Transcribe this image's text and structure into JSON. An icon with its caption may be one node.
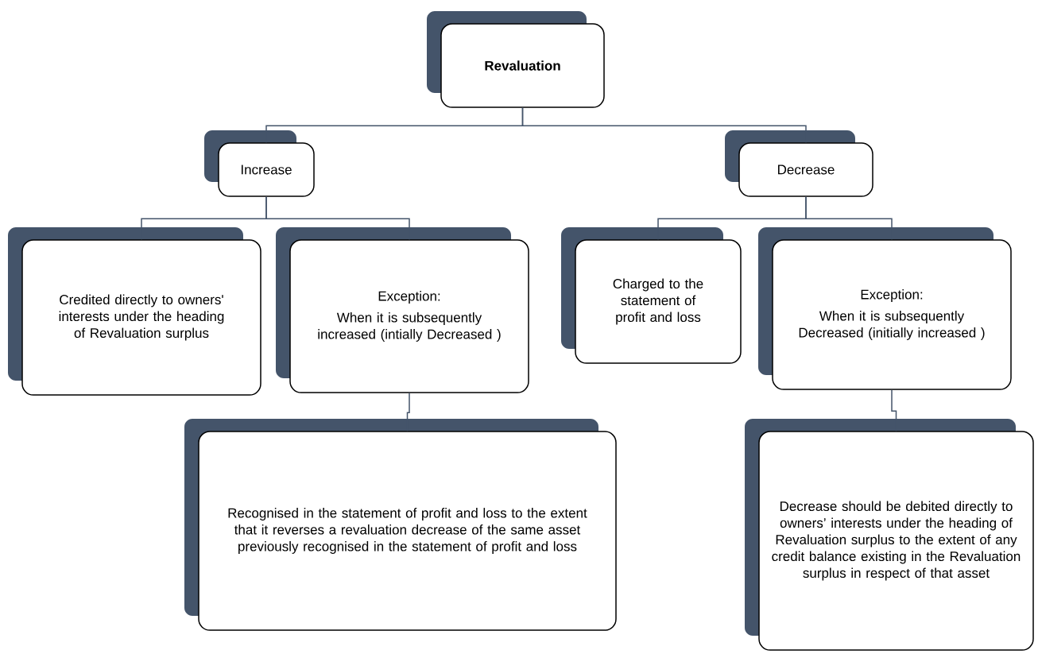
{
  "diagram": {
    "nodes": [
      {
        "text": [
          "Revaluation"
        ]
      },
      {
        "text": [
          "Increase"
        ]
      },
      {
        "text": [
          "Decrease"
        ]
      },
      {
        "text": [
          "Credited directly to owners' interests under the heading of Revaluation surplus"
        ]
      },
      {
        "text": [
          "Exception:",
          "When it is subsequently increased (intially Decreased )"
        ]
      },
      {
        "text": [
          "Charged to the statement of profit and loss"
        ]
      },
      {
        "text": [
          "Exception:",
          "When it is subsequently Decreased (initially increased )"
        ]
      },
      {
        "text": [
          "Recognised in the statement of profit and loss to the extent that it reverses a revaluation decrease of the same asset previously recognised in the statement of profit and loss"
        ]
      },
      {
        "text": [
          "Decrease should be debited directly to owners’ interests under the heading of Revaluation surplus to the extent of any credit balance existing in the Revaluation surplus in respect of that asset"
        ]
      }
    ],
    "edges": [
      {
        "from": 0,
        "to": 1,
        "arrow": "none"
      },
      {
        "from": 0,
        "to": 2,
        "arrow": "none"
      },
      {
        "from": 1,
        "to": 3,
        "arrow": "none"
      },
      {
        "from": 1,
        "to": 4,
        "arrow": "none"
      },
      {
        "from": 2,
        "to": 5,
        "arrow": "none"
      },
      {
        "from": 2,
        "to": 6,
        "arrow": "none"
      },
      {
        "from": 4,
        "to": 7,
        "arrow": "none"
      },
      {
        "from": 6,
        "to": 8,
        "arrow": "none"
      }
    ]
  }
}
